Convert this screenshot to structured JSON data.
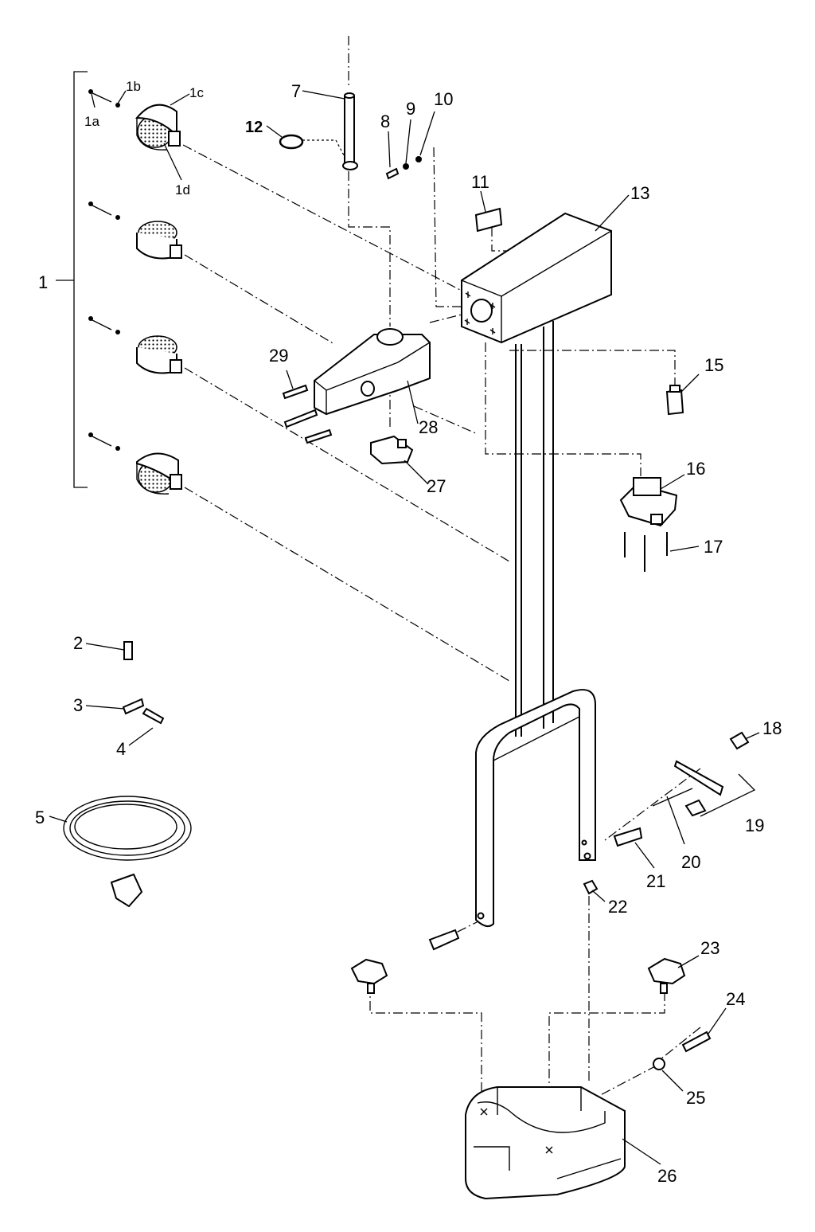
{
  "labels": {
    "p1": "1",
    "p1a": "1a",
    "p1b": "1b",
    "p1c": "1c",
    "p1d": "1d",
    "p2": "2",
    "p3": "3",
    "p4": "4",
    "p5": "5",
    "p7": "7",
    "p8": "8",
    "p9": "9",
    "p10": "10",
    "p11": "11",
    "p12": "12",
    "p13": "13",
    "p15": "15",
    "p16": "16",
    "p17": "17",
    "p18": "18",
    "p19": "19",
    "p20": "20",
    "p21": "21",
    "p22": "22",
    "p23": "23",
    "p24": "24",
    "p25": "25",
    "p26": "26",
    "p27": "27",
    "p28": "28",
    "p29": "29"
  }
}
